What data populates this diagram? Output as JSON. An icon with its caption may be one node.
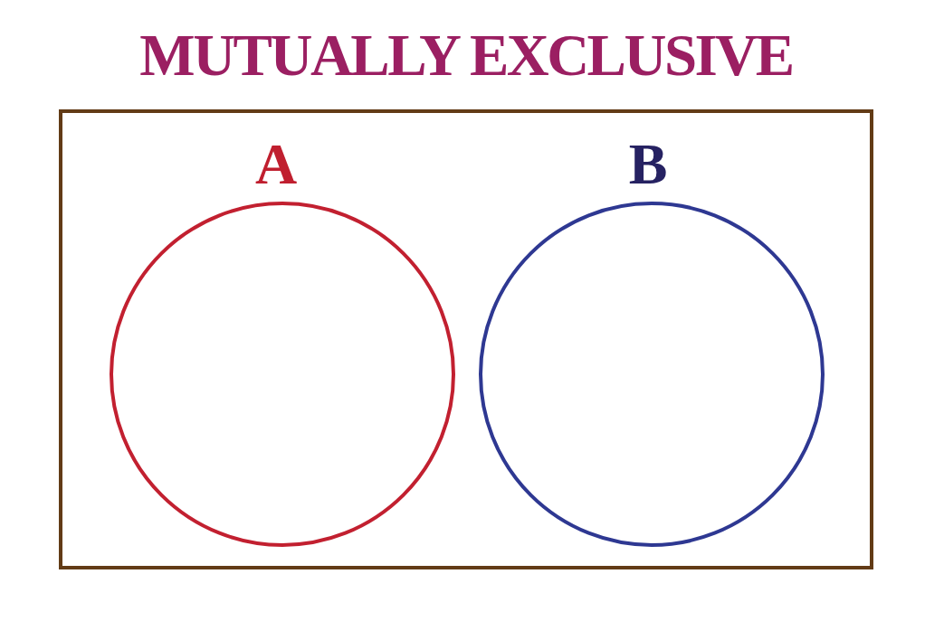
{
  "diagram": {
    "title": "MUTUALLY EXCLUSIVE",
    "nodes": [
      {
        "text": [],
        "shape": "box"
      },
      {
        "text": [
          "A"
        ],
        "in": 0
      },
      {
        "text": [
          "B"
        ],
        "in": 0
      }
    ]
  }
}
